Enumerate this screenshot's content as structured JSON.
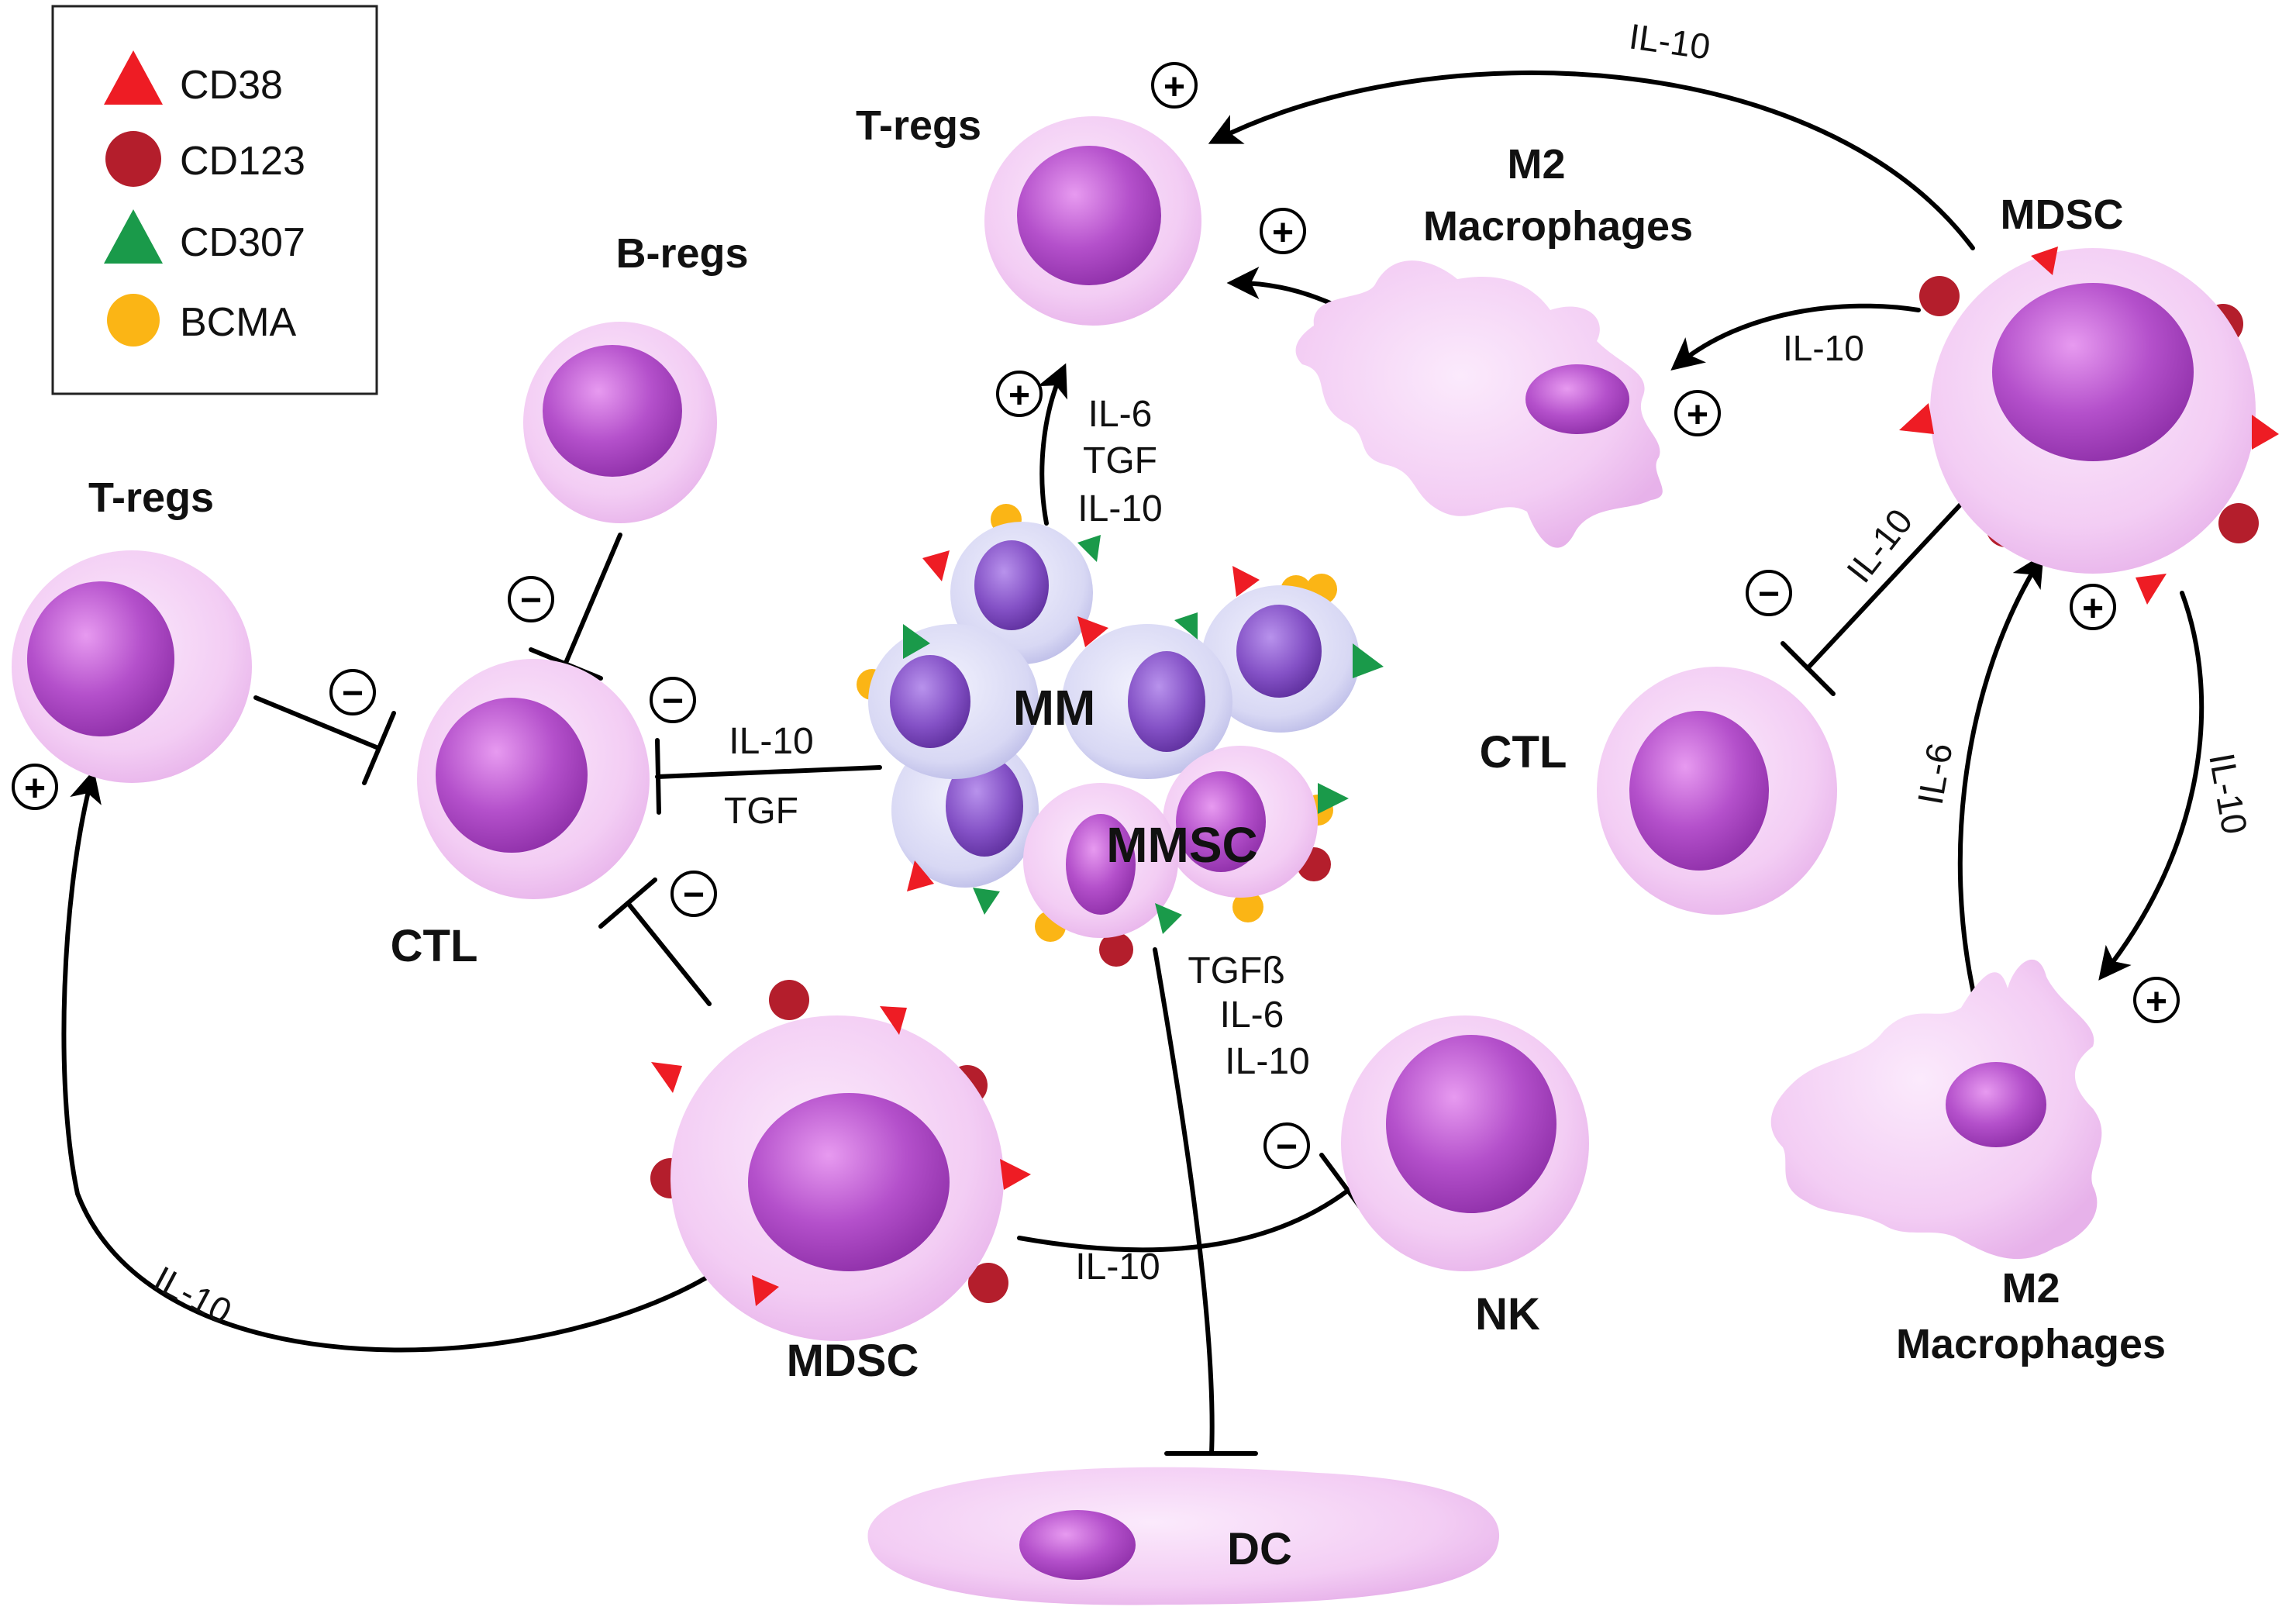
{
  "legend": {
    "items": [
      {
        "label": "CD38",
        "shape": "triangle",
        "color": "#ee1c24"
      },
      {
        "label": "CD123",
        "shape": "circle",
        "color": "#b41e2c"
      },
      {
        "label": "CD307",
        "shape": "triangle",
        "color": "#1a9a4a"
      },
      {
        "label": "BCMA",
        "shape": "circle",
        "color": "#fbb515"
      }
    ]
  },
  "cells": {
    "tregs_top": "T-regs",
    "m2_top_line1": "M2",
    "m2_top_line2": "Macrophages",
    "mdsc_right": "MDSC",
    "bregs": "B-regs",
    "tregs_left": "T-regs",
    "mm": "MM",
    "mmsc": "MMSC",
    "ctl_left": "CTL",
    "ctl_right": "CTL",
    "mdsc_bottom": "MDSC",
    "nk": "NK",
    "dc": "DC",
    "m2_bottom_line1": "M2",
    "m2_bottom_line2": "Macrophages"
  },
  "cytokines": {
    "top_arc": "IL-10",
    "mdsc_to_m2": "IL-10",
    "mm_to_tregs_1": "IL-6",
    "mm_to_tregs_2": "TGF",
    "mm_to_tregs_3": "IL-10",
    "mm_to_ctl_1": "IL-10",
    "mm_to_ctl_2": "TGF",
    "mdsc_to_ctl_right": "IL-10",
    "m2_to_mdsc": "IL-6",
    "mdsc_to_m2_bottom": "IL-10",
    "mmsc_1": "TGFß",
    "mmsc_2": "IL-6",
    "mmsc_3": "IL-10",
    "mdsc_to_nk": "IL-10",
    "mdsc_to_tregs_left": "IL-10"
  },
  "signs": {
    "plus": "+",
    "minus": "−"
  },
  "colors": {
    "cell_outer": "#f2c9f3",
    "cell_inner": "#f7dcf8",
    "nucleus": "#b24fc9",
    "nucleus_light": "#d782e6",
    "mm_cell": "#d9d9f5",
    "mm_nucleus": "#8a4fc8"
  }
}
